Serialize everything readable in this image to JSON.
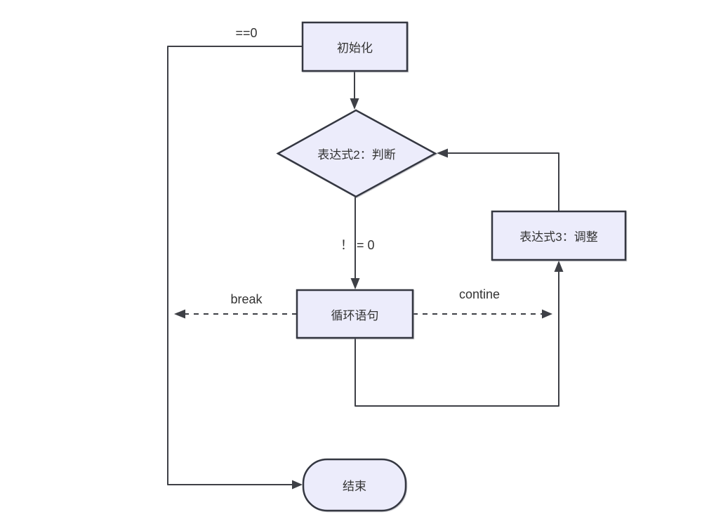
{
  "diagram": {
    "type": "flowchart",
    "nodes": [
      {
        "id": "init",
        "shape": "rectangle",
        "label": "初始化"
      },
      {
        "id": "decision",
        "shape": "diamond",
        "label": "表达式2：判断"
      },
      {
        "id": "adjust",
        "shape": "rectangle",
        "label": "表达式3：调整"
      },
      {
        "id": "loop",
        "shape": "rectangle",
        "label": "循环语句"
      },
      {
        "id": "end",
        "shape": "terminator",
        "label": "结束"
      }
    ],
    "edge_labels": [
      {
        "id": "eq-zero",
        "text": "==0"
      },
      {
        "id": "neq-zero",
        "text": "！ = 0"
      },
      {
        "id": "break",
        "text": "break"
      },
      {
        "id": "continue",
        "text": "contine"
      }
    ],
    "edges": [
      {
        "from": "init",
        "to": "decision",
        "style": "solid",
        "label": ""
      },
      {
        "from": "decision",
        "to": "loop",
        "style": "solid",
        "label": "！ = 0"
      },
      {
        "from": "init",
        "to": "end",
        "style": "solid",
        "label": "==0"
      },
      {
        "from": "loop",
        "to": "adjust",
        "style": "solid",
        "label": ""
      },
      {
        "from": "adjust",
        "to": "decision",
        "style": "solid",
        "label": ""
      },
      {
        "from": "loop",
        "to": "left",
        "style": "dashed",
        "label": "break"
      },
      {
        "from": "loop",
        "to": "right",
        "style": "dashed",
        "label": "contine"
      }
    ],
    "colors": {
      "node_fill": "#ECECFB",
      "node_border": "#343741",
      "connector": "#3E4046",
      "text": "#333333",
      "background": "#FFFFFF"
    }
  }
}
